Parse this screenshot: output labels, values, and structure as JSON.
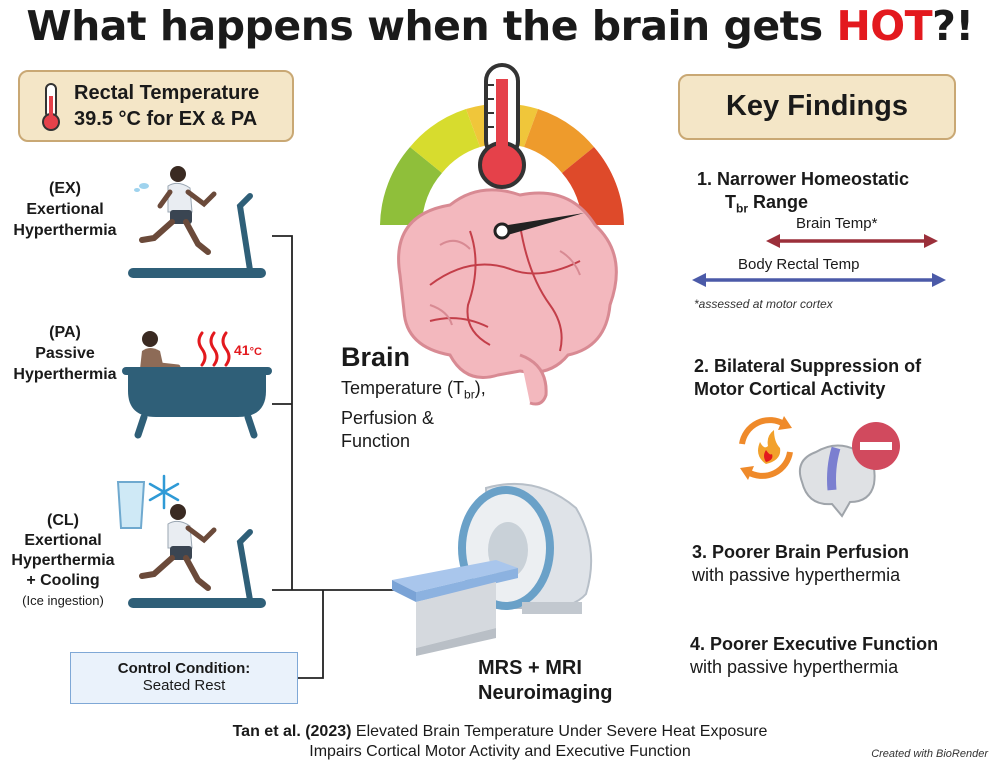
{
  "title": {
    "prefix": "What happens when the brain gets ",
    "hot": "HOT",
    "suffix": "?!"
  },
  "rectal": {
    "line1": "Rectal Temperature",
    "line2": "39.5 °C for EX & PA"
  },
  "conditions": {
    "ex": {
      "code": "(EX)",
      "line1": "Exertional",
      "line2": "Hyperthermia"
    },
    "pa": {
      "code": "(PA)",
      "line1": "Passive",
      "line2": "Hyperthermia",
      "bath_temp": "41",
      "bath_unit": "°C"
    },
    "cl": {
      "code": "(CL)",
      "line1": "Exertional",
      "line2": "Hyperthermia",
      "line3": "+ Cooling",
      "note": "(Ice ingestion)"
    }
  },
  "control": {
    "line1": "Control Condition:",
    "line2": "Seated Rest"
  },
  "brain": {
    "heading": "Brain",
    "line1_pre": "Temperature (T",
    "line1_sub": "br",
    "line1_post": "),",
    "line2": "Perfusion &",
    "line3": "Function"
  },
  "imaging": {
    "line1": "MRS + MRI",
    "line2": "Neuroimaging"
  },
  "key_findings": {
    "title": "Key Findings",
    "f1": {
      "line1": "1.  Narrower Homeostatic",
      "line2_pre": "T",
      "line2_sub": "br",
      "line2_post": " Range",
      "brain_arrow": "Brain Temp*",
      "rectal_arrow": "Body Rectal Temp",
      "note": "*assessed at motor cortex"
    },
    "f2": {
      "line1": "2. Bilateral Suppression of",
      "line2": "Motor Cortical Activity"
    },
    "f3": {
      "bold": "3. Poorer Brain Perfusion",
      "plain": "with passive hyperthermia"
    },
    "f4": {
      "bold": "4. Poorer Executive Function",
      "plain": "with passive hyperthermia"
    }
  },
  "footer": {
    "authors": "Tan et al. (2023)",
    "line1": " Elevated Brain Temperature Under Severe Heat Exposure",
    "line2": "Impairs Cortical Motor Activity and Executive Function"
  },
  "credit": "Created with BioRender",
  "colors": {
    "hot": "#e3191e",
    "box_fill": "#f4e6c7",
    "brain_arrow": "#9b2f3a",
    "rectal_arrow": "#4b5aa8",
    "treadmill": "#2f5f78"
  }
}
